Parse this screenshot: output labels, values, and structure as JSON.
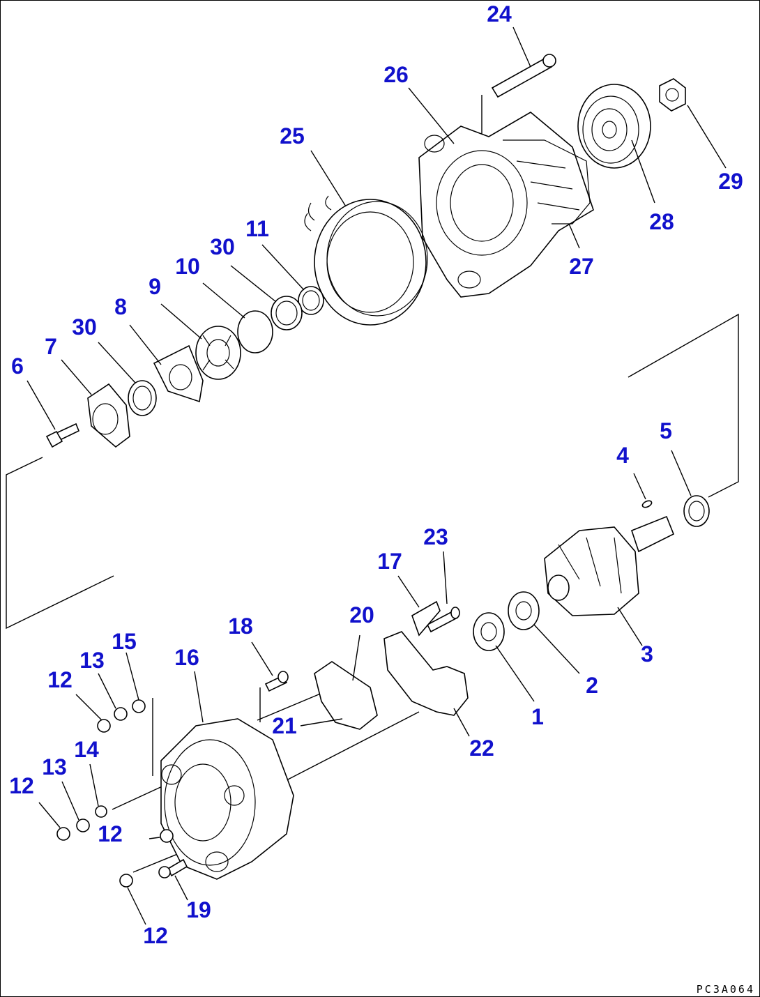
{
  "diagram": {
    "code": "PC3A064",
    "label_color": "#1111cc",
    "line_color": "#000000",
    "callouts": {
      "c1": "1",
      "c2": "2",
      "c3": "3",
      "c4": "4",
      "c5": "5",
      "c6": "6",
      "c7": "7",
      "c8": "8",
      "c9": "9",
      "c10": "10",
      "c11": "11",
      "c12a": "12",
      "c12b": "12",
      "c12c": "12",
      "c12d": "12",
      "c13a": "13",
      "c13b": "13",
      "c14": "14",
      "c15": "15",
      "c16": "16",
      "c17": "17",
      "c18": "18",
      "c19": "19",
      "c20": "20",
      "c21": "21",
      "c22": "22",
      "c23": "23",
      "c24": "24",
      "c25": "25",
      "c26": "26",
      "c27": "27",
      "c28": "28",
      "c29": "29",
      "c30a": "30",
      "c30b": "30"
    }
  }
}
